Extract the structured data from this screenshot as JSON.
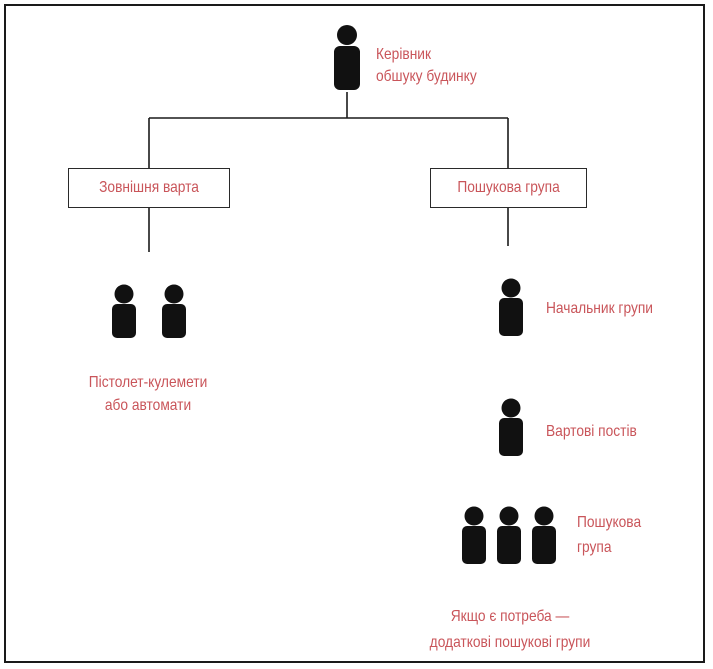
{
  "head": {
    "label_line1": "Керівник",
    "label_line2": "обшуку будинку"
  },
  "branches": {
    "guard": {
      "title": "Зовнішня варта",
      "weapons_line1": "Пістолет-кулемети",
      "weapons_line2": "або автомати"
    },
    "search": {
      "title": "Пошукова група",
      "chief": "Начальник групи",
      "posts": "Вартові постів",
      "group_line1": "Пошукова",
      "group_line2": "група",
      "extra_line1": "Якщо є потреба —",
      "extra_line2": "додаткові пошукові групи"
    }
  },
  "colors": {
    "label": "#c9555a",
    "figure": "#111111",
    "line": "#1a1a1a"
  }
}
